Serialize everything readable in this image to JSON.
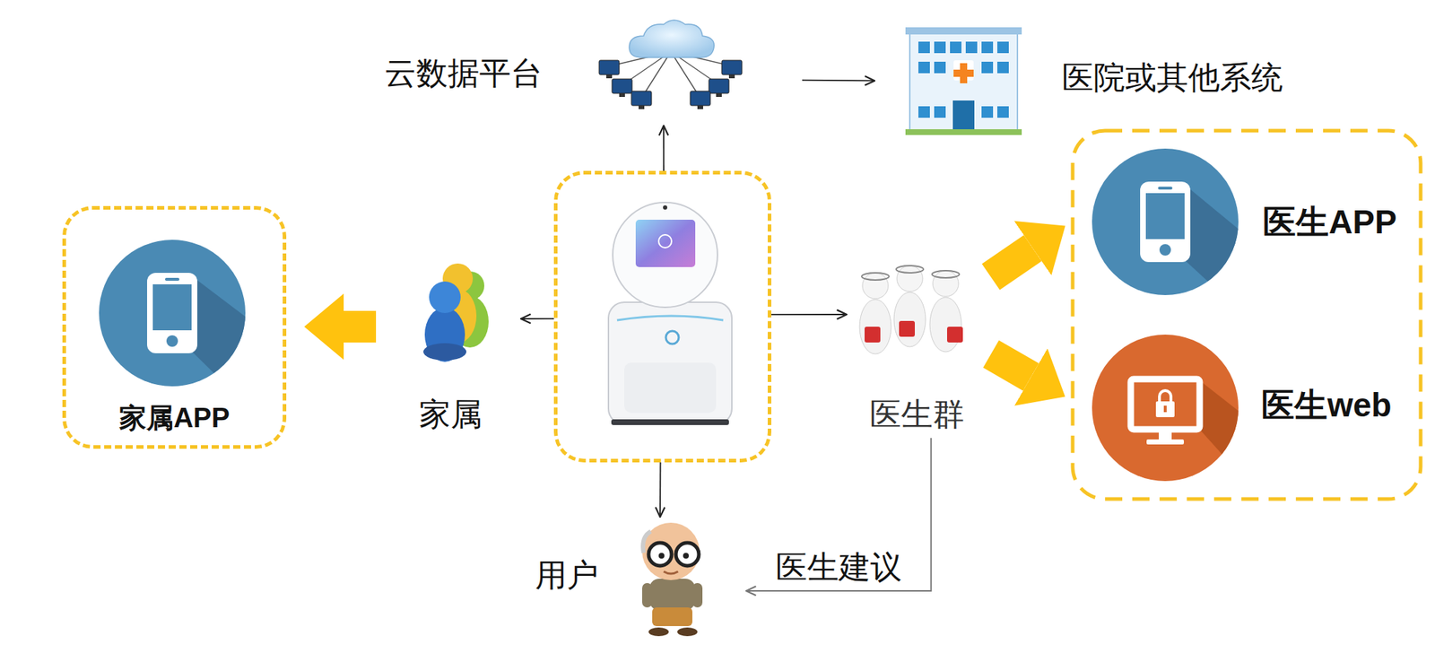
{
  "diagram": {
    "nodes": [
      {
        "text": [
          "云数据平台"
        ]
      },
      {
        "text": [
          "医院或其他系统"
        ]
      },
      {
        "text": []
      },
      {
        "text": [
          "家属"
        ]
      },
      {
        "text": [
          "家属APP"
        ]
      },
      {
        "text": [
          "医生群"
        ]
      },
      {
        "text": [
          "医生APP"
        ]
      },
      {
        "text": [
          "医生web"
        ]
      },
      {
        "text": [
          "用户"
        ]
      }
    ],
    "edges": [
      {
        "from": 2,
        "to": 0,
        "arrow": "to"
      },
      {
        "from": 0,
        "to": 1,
        "arrow": "to"
      },
      {
        "from": 2,
        "to": 3,
        "arrow": "to"
      },
      {
        "from": 3,
        "to": 4,
        "arrow": "to"
      },
      {
        "from": 2,
        "to": 5,
        "arrow": "to"
      },
      {
        "from": 5,
        "to": 6,
        "arrow": "to"
      },
      {
        "from": 5,
        "to": 7,
        "arrow": "to"
      },
      {
        "from": 2,
        "to": 8,
        "arrow": "to"
      },
      {
        "from": 5,
        "to": 8,
        "label": "医生建议",
        "arrow": "to"
      }
    ]
  }
}
